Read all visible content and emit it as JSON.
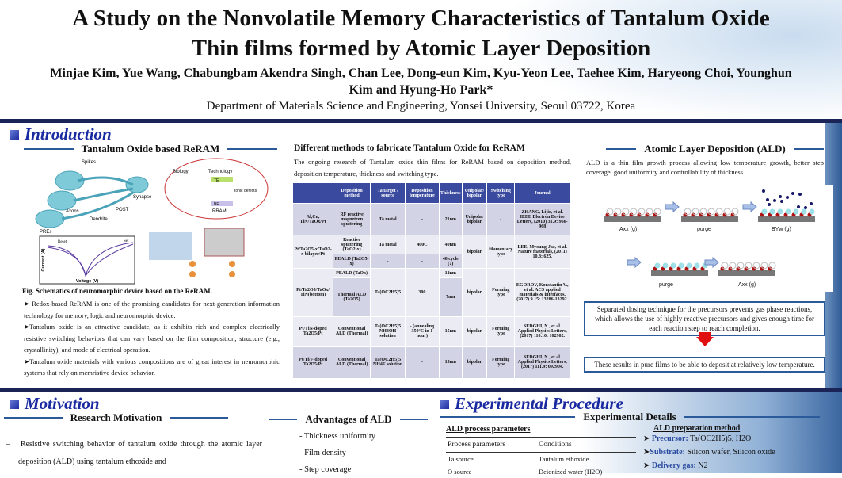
{
  "header": {
    "title_line1": "A Study on the Nonvolatile Memory Characteristics of Tantalum Oxide",
    "title_line2": "Thin films formed by Atomic Layer Deposition",
    "presenter": "Minjae Kim,",
    "authors_rest": " Yue Wang, Chabungbam Akendra Singh, Chan Lee, Dong-eun Kim, Kyu-Yeon Lee, Taehee Kim, Haryeong Choi, Younghun Kim and Hyung-Ho Park*",
    "affiliation": "Department of Materials Science and Engineering, Yonsei University, Seoul 03722, Korea"
  },
  "introduction": {
    "title": "Introduction",
    "subtitle": "Tantalum Oxide based ReRAM",
    "figure_labels": {
      "spikes": "Spikes",
      "axons": "Axons",
      "dendrite": "Dendrite",
      "post": "POST",
      "pres": "PREs",
      "synapse": "Synapse",
      "biology": "Biology",
      "technology": "Technology",
      "te": "TE",
      "be": "BE",
      "ionic": "Ionic defects",
      "rram": "RRAM",
      "reset": "Reset",
      "set": "Set",
      "xlabel": "Voltage (V)",
      "ylabel": "Current (A)"
    },
    "caption": "Fig. Schematics of neuromorphic device based on the ReRAM.",
    "bullets": [
      "Redox-based ReRAM is one of the promising candidates for next-generation information technology for memory, logic and neuromorphic device.",
      "Tantalum oxide is an attractive candidate, as it exhibits rich and complex electrically resistive switching behaviors that can vary based on the film composition, structure (e.g., crystallinity), and mode of electrical operation.",
      "Tantalum oxide materials with various compositions are of great interest in neuromorphic systems that rely on memristive device behavior."
    ]
  },
  "methods": {
    "title": "Different methods to fabricate Tantalum Oxide for ReRAM",
    "intro": "The ongoing research of Tantalum oxide thin films for ReRAM based on deposition method, deposition temperature, thickness and switching type.",
    "headers": [
      "",
      "Deposition method",
      "Ta target / source",
      "Deposition temperature",
      "Thickness",
      "Unipolar/ bipolar",
      "Switching type",
      "Journal"
    ],
    "rows": [
      {
        "stack": "Al,Cu, TiN/TaOx/Pt",
        "method": "RF reactive magnetron sputtering",
        "source": "Ta metal",
        "temp": "-",
        "thick": "21nm",
        "polar": "Unipolar bipolar",
        "type": "-",
        "journal": "ZHANG, Lijie, et al. IEEE Electron Device Letters, (2010) 31.9: 966-968"
      },
      {
        "stack": "Pt/Ta2O5-x/TaO2-x bilayer/Pt",
        "method": "Reactive sputtering (TaO2-x)",
        "source": "Ta metal",
        "temp": "400C",
        "thick": "40nm",
        "method2": "PEALD (Ta2O5-x)",
        "source2": "-",
        "temp2": "-",
        "thick2": "40 cycle (?)",
        "polar": "bipolar",
        "type": "filamentary type",
        "journal": "LEE, Myoung-Jae, et al. Nature materials, (2011) 10.8: 625."
      },
      {
        "stack": "Pt/Ta2O5/TaOx/ TiN(bottom)",
        "method": "PEALD (TaOx)",
        "method2": "Thermal ALD (Ta2O5)",
        "source": "Ta(OC2H5)5",
        "temp": "300",
        "thick": "12nm",
        "thick2": "7nm",
        "polar": "bipolar",
        "type": "Forming type",
        "journal": "EGOROV, Konstantin V., et al. ACS applied materials & interfaces, (2017) 9.15: 13286-13292."
      },
      {
        "stack": "Pt/TiN-doped Ta2O5/Pt",
        "method": "Conventional ALD (Thermal)",
        "source": "Ta(OC2H5)5 NH4OH solution",
        "temp": "- (annealing 350°C in 1 hour)",
        "thick": "15nm",
        "polar": "bipolar",
        "type": "Forming type",
        "journal": "SEDGHI, N., et al. Applied Physics Letters, (2017) 110.10: 102902."
      },
      {
        "stack": "Pt/Ti/F-doped Ta2O5/Pt",
        "method": "Conventional ALD (Thermal)",
        "source": "Ta(OC2H5)5 NH4F solution",
        "temp": "-",
        "thick": "15nm",
        "polar": "bipolar",
        "type": "Forming type",
        "journal": "SEDGHI, N., et al. Applied Physics Letters, (2017) 111.9: 092904."
      }
    ]
  },
  "ald": {
    "title": "Atomic Layer Deposition (ALD)",
    "desc": "ALD is a thin film growth process allowing low temperature growth, better step coverage, good uniformity and controllability of thickness.",
    "steps": [
      "Axx (g)",
      "purge",
      "BYw (g)",
      "purge",
      "Axx (g)"
    ],
    "box1": "Separated dosing technique for the precursors prevents gas phase reactions, which allows the use of highly reactive precursors and gives enough time for each reaction step to reach completion.",
    "box2": "These results in pure films to be able to deposit at relatively low temperature.",
    "colors": {
      "accent": "#2a5a9a",
      "arrow": "#e01010"
    }
  },
  "motivation": {
    "title": "Motivation",
    "subtitle": "Research Motivation",
    "text": "Resistive switching behavior of tantalum oxide through the atomic layer deposition (ALD) using tantalum ethoxide and",
    "advantages_title": "Advantages of ALD",
    "advantages": [
      "- Thickness uniformity",
      "- Film density",
      "- Step coverage"
    ]
  },
  "experimental": {
    "title": "Experimental Procedure",
    "subtitle": "Experimental Details",
    "params_title": "ALD process parameters",
    "param_headers": [
      "Process parameters",
      "Conditions"
    ],
    "params": [
      [
        "Ta source",
        "Tantalum ethoxide"
      ],
      [
        "O source",
        "Deionized water (H2O)"
      ]
    ],
    "prep_title": "ALD preparation method",
    "prep": [
      {
        "k": "Precursor:",
        "v": "Ta(OC2H5)5, H2O"
      },
      {
        "k": "Substrate:",
        "v": "Silicon wafer, Silicon oxide"
      },
      {
        "k": "Delivery gas:",
        "v": "N2"
      }
    ]
  }
}
